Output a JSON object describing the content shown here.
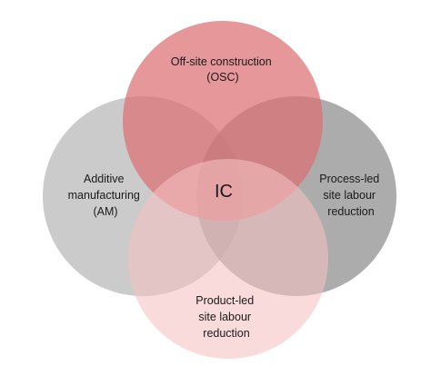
{
  "diagram": {
    "center_label": "IC",
    "circles": [
      {
        "id": "additive-manufacturing",
        "lines": [
          "Additive",
          "manufacturing",
          "(AM)"
        ],
        "color": "#b7b7b7"
      },
      {
        "id": "process-led",
        "lines": [
          "Process-led",
          "site labour",
          "reduction"
        ],
        "color": "#8c8c8c"
      },
      {
        "id": "off-site-construction",
        "lines": [
          "Off-site construction",
          "(OSC)"
        ],
        "color": "#db6f72"
      },
      {
        "id": "product-led",
        "lines": [
          "Product-led",
          "site labour",
          "reduction"
        ],
        "color": "#f6c1c2"
      }
    ]
  }
}
